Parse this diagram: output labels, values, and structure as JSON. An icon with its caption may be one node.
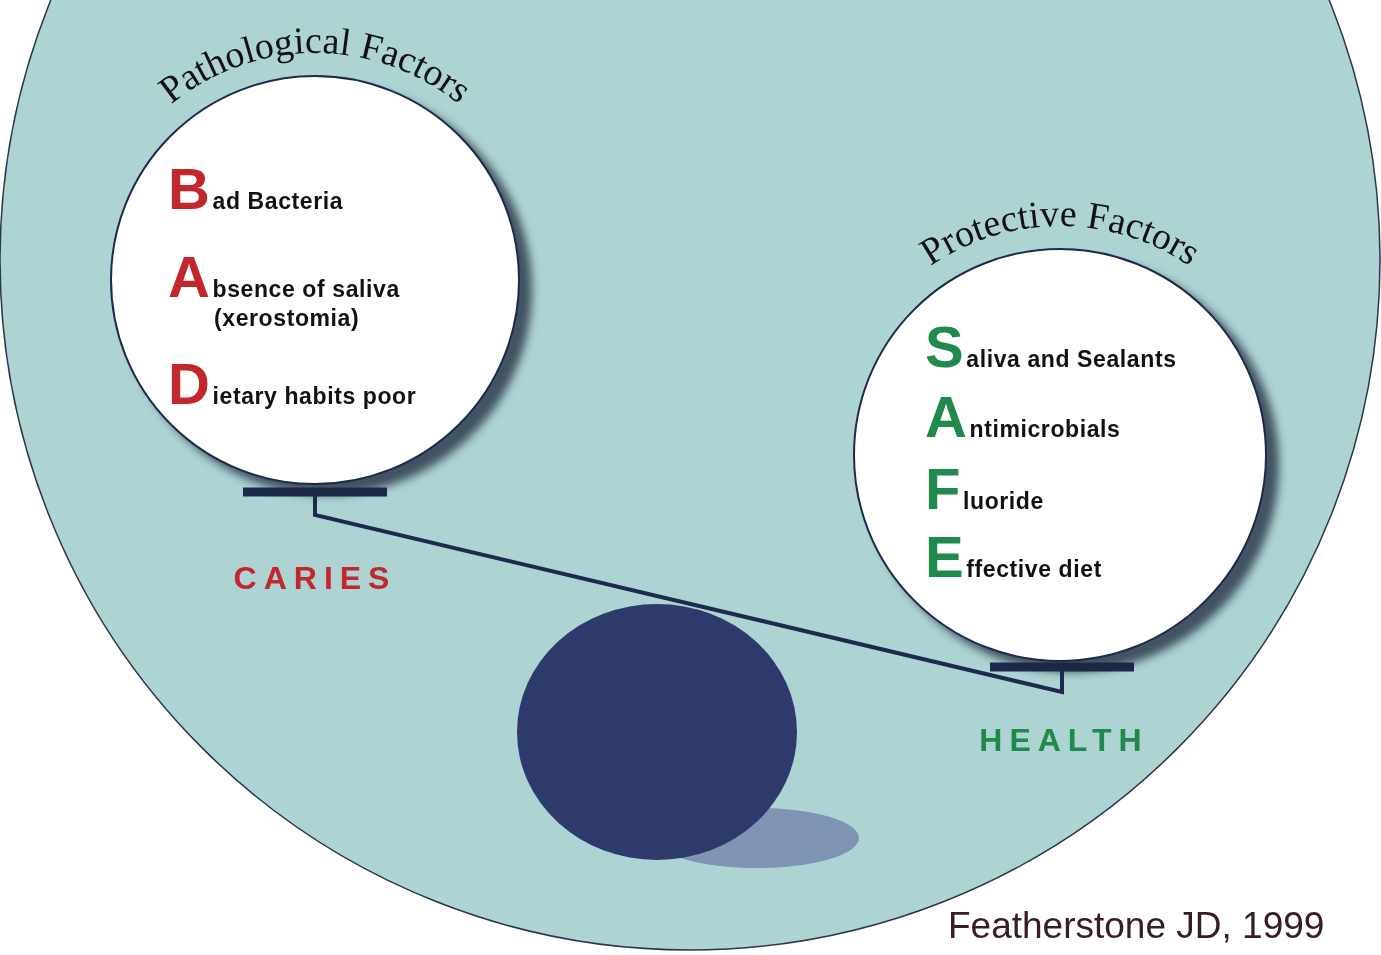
{
  "diagram": {
    "nodes": [
      {
        "text": [
          "Pathological Factors",
          "Bad Bacteria",
          "Absence of saliva (xerostomia)",
          "Dietary habits poor"
        ],
        "beside": [
          "CARIES"
        ]
      },
      {
        "text": [
          "Protective Factors",
          "Saliva and Sealants",
          "Antimicrobials",
          "Fluoride",
          "Effective diet"
        ],
        "beside": [
          "HEALTH"
        ]
      }
    ],
    "edges": [],
    "labels": [
      "Featherstone JD, 1999"
    ]
  }
}
